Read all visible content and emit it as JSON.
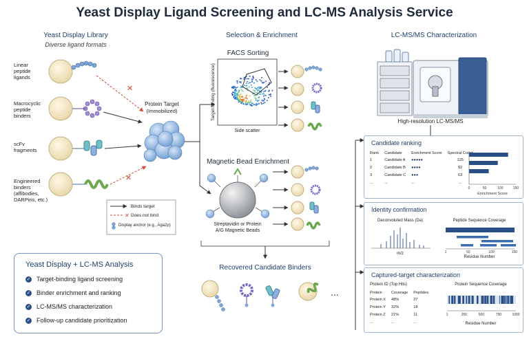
{
  "title": "Yeast Display Ligand Screening and LC-MS Analysis Service",
  "library": {
    "heading": "Yeast Display Library",
    "subheading": "Diverse ligand formats",
    "formats": [
      "Linear peptide ligands",
      "Macrocyclic peptide binders",
      "scFv fragments",
      "Engineered binders (affibodies, DARPins, etc.)"
    ]
  },
  "target": {
    "label": "Protein Target",
    "sublabel": "(Immobilized)"
  },
  "legend": {
    "binds": "Binds target",
    "no_bind": "Does not bind",
    "anchor": "Display anchor (e.g., Aga2p)"
  },
  "selection": {
    "heading": "Selection & Enrichment",
    "facs": {
      "title": "FACS Sorting",
      "ylabel": "Target binding (fluorescence)",
      "xlabel": "Side scatter"
    },
    "magnetic": {
      "title": "Magnetic Bead Enrichment",
      "bead_label": "Streptavidin or Protein A/G Magnetic Beads"
    },
    "recovered": "Recovered Candidate Binders"
  },
  "lcms": {
    "heading": "LC-MS/MS Characterization",
    "instrument_label": "High-resolution LC-MS/MS"
  },
  "candidate_ranking": {
    "title": "Candidate ranking",
    "headers": [
      "Rank",
      "Candidate",
      "Enrichment Score",
      "Spectral Count"
    ],
    "rows": [
      {
        "rank": "1",
        "candidate": "Candidate A",
        "dots": "●●●●●",
        "count": "125"
      },
      {
        "rank": "2",
        "candidate": "Candidate B",
        "dots": "●●●●",
        "count": "92"
      },
      {
        "rank": "3",
        "candidate": "Candidate C",
        "dots": "●●●",
        "count": "63"
      },
      {
        "rank": "...",
        "candidate": "...",
        "dots": "...",
        "count": "..."
      }
    ],
    "chart_data": {
      "type": "bar",
      "categories": [
        "Candidate A",
        "Candidate B",
        "Candidate C"
      ],
      "values": [
        125,
        92,
        63
      ],
      "xlabel": "Enrichment Score",
      "xlim": [
        0,
        150
      ],
      "ticks": [
        0,
        50,
        100,
        150
      ]
    }
  },
  "identity": {
    "title": "Identity confirmation",
    "spectrum_label": "Deconvoluted Mass (Da)",
    "spectrum_xlabel": "m/z",
    "coverage_label": "Peptide Sequence Coverage",
    "coverage_xlabel": "Residue Number",
    "coverage_ticks": [
      1,
      50,
      100,
      150
    ]
  },
  "captured": {
    "title": "Captured-target characterization",
    "table_title": "Protein ID (Top Hits)",
    "headers": [
      "Protein",
      "Coverage",
      "Peptides"
    ],
    "rows": [
      {
        "protein": "Protein X",
        "coverage": "48%",
        "peptides": "27"
      },
      {
        "protein": "Protein Y",
        "coverage": "32%",
        "peptides": "18"
      },
      {
        "protein": "Protein Z",
        "coverage": "21%",
        "peptides": "11"
      },
      {
        "protein": "...",
        "coverage": "...",
        "peptides": "..."
      }
    ],
    "coverage_label": "Protein Sequence Coverage",
    "coverage_xlabel": "Residue Number",
    "coverage_ticks": [
      1,
      250,
      500,
      750,
      1000
    ]
  },
  "summary": {
    "title": "Yeast Display + LC-MS Analysis",
    "items": [
      "Target-binding ligand screening",
      "Binder enrichment and ranking",
      "LC-MS/MS characterization",
      "Follow-up candidate prioritization"
    ]
  },
  "colors": {
    "accent": "#2a4f86",
    "border": "#9fb4cc",
    "cell": "#f3e9cf",
    "cell_edge": "#c9b98e"
  }
}
